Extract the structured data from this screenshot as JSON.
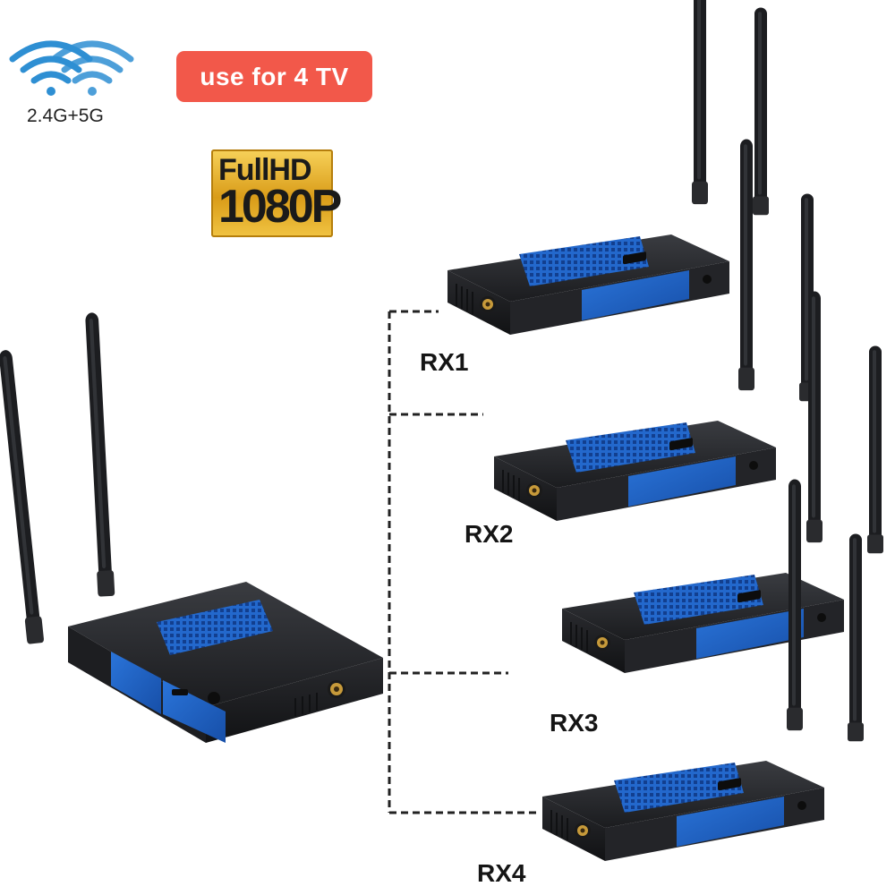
{
  "wifi_badge": {
    "caption": "2.4G+5G",
    "icon": "wifi-dual-band-icon"
  },
  "promo_badge": {
    "label": "use for 4 TV",
    "color": "#f2584a"
  },
  "resolution_badge": {
    "line1": "FullHD",
    "line2": "1080P"
  },
  "receivers": [
    {
      "label": "RX1"
    },
    {
      "label": "RX2"
    },
    {
      "label": "RX3"
    },
    {
      "label": "RX4"
    }
  ],
  "colors": {
    "device_body": "#2b2d31",
    "device_panel": "#1f5fbf",
    "connector_line": "#222222"
  }
}
